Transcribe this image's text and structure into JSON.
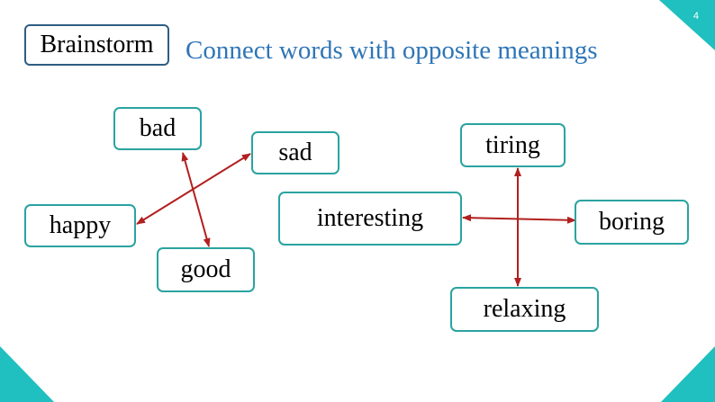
{
  "slide": {
    "number": "4"
  },
  "label": "Brainstorm",
  "instruction": "Connect words with opposite meanings",
  "colors": {
    "accent": "#1fc0bf",
    "border": "#2aa3a0",
    "arrow": "#b21f1f",
    "title": "#2e75b6"
  },
  "words": {
    "bad": "bad",
    "sad": "sad",
    "happy": "happy",
    "good": "good",
    "tiring": "tiring",
    "interesting": "interesting",
    "boring": "boring",
    "relaxing": "relaxing"
  },
  "pairs": [
    [
      "bad",
      "good"
    ],
    [
      "happy",
      "sad"
    ],
    [
      "interesting",
      "boring"
    ],
    [
      "tiring",
      "relaxing"
    ]
  ]
}
